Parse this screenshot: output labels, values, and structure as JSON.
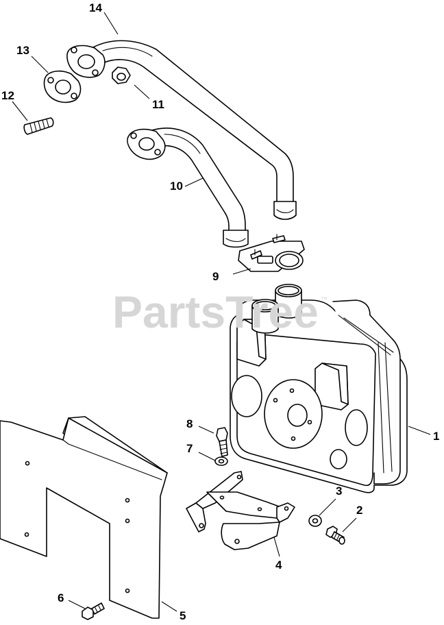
{
  "watermark": {
    "text": "PartsTree",
    "trademark": "™",
    "color": "#d6d6d6"
  },
  "callouts": {
    "c1": "1",
    "c2": "2",
    "c3": "3",
    "c4": "4",
    "c5": "5",
    "c6": "6",
    "c7": "7",
    "c8": "8",
    "c9": "9",
    "c10": "10",
    "c11": "11",
    "c12": "12",
    "c13": "13",
    "c14": "14"
  },
  "parts": {
    "p1": "muffler-icon",
    "p2": "bolt-icon",
    "p3": "washer-icon",
    "p4": "bracket-icon",
    "p5": "heat-shield-icon",
    "p6": "screw-icon",
    "p7": "washer-icon",
    "p8": "bolt-icon",
    "p9": "clamp-icon",
    "p10": "exhaust-pipe-icon",
    "p11": "nut-icon",
    "p12": "stud-icon",
    "p13": "gasket-icon",
    "p14": "exhaust-pipe-icon"
  }
}
